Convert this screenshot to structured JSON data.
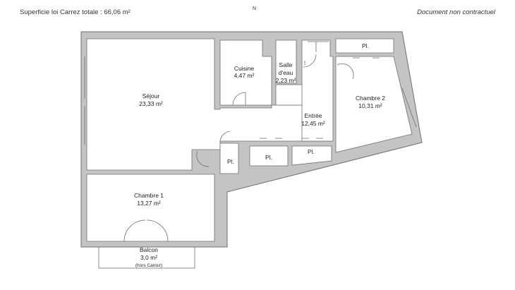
{
  "header": {
    "area_label": "Superficie loi Carrez totale :  66,06 m²",
    "north": "N",
    "disclaimer": "Document non contractuel"
  },
  "rooms": {
    "sejour": {
      "name": "Séjour",
      "area": "23,33 m²"
    },
    "cuisine": {
      "name": "Cuisine",
      "area": "4,47 m²"
    },
    "salle_deau": {
      "name_1": "Salle",
      "name_2": "d'eau",
      "area": "2,23 m²"
    },
    "entree": {
      "name": "Entrée",
      "area": "12,45 m²"
    },
    "chambre2": {
      "name": "Chambre 2",
      "area": "10,31 m²"
    },
    "chambre1": {
      "name": "Chambre 1",
      "area": "13,27 m²"
    },
    "balcon": {
      "name": "Balcon",
      "area": "3,0 m²",
      "note": "(hors Carrez)"
    },
    "placards": {
      "pl_top": "Pl.",
      "pl_left": "Pl.",
      "pl_mid": "Pl.",
      "pl_right": "Pl."
    }
  }
}
